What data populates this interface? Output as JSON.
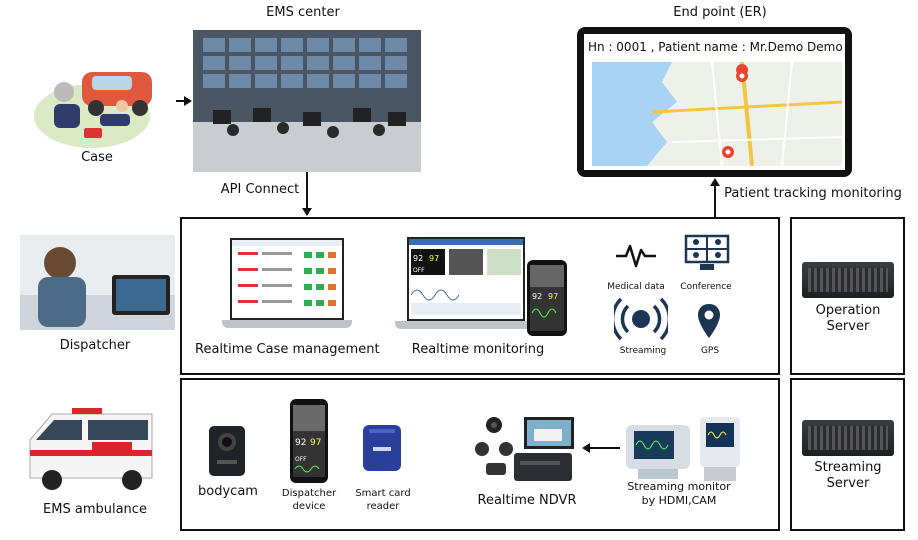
{
  "nodes": {
    "case": "Case",
    "ems_center": "EMS center",
    "api_connect": "API Connect",
    "end_point": "End point (ER)",
    "patient_header": "Hn : 0001 , Patient name : Mr.Demo Demo",
    "patient_tracking": "Patient tracking monitoring",
    "dispatcher": "Dispatcher",
    "ems_ambulance": "EMS ambulance",
    "realtime_case": "Realtime Case management",
    "realtime_monitoring": "Realtime monitoring",
    "medical_data": "Medical data",
    "conference": "Conference",
    "streaming": "Streaming",
    "gps": "GPS",
    "operation_server": "Operation Server",
    "streaming_server": "Streaming Server",
    "bodycam": "bodycam",
    "dispatcher_device": "Dispatcher device",
    "smart_card": "Smart card reader",
    "ndvr": "Realtime NDVR",
    "streaming_monitor": "Streaming monitor by HDMI,CAM",
    "vitals_a": "92",
    "vitals_b": "97",
    "vitals_off": "OFF"
  },
  "colors": {
    "map_water": "#a9d3f5",
    "map_land": "#eef0ea",
    "pin": "#e8452c",
    "road": "#f4c542"
  }
}
